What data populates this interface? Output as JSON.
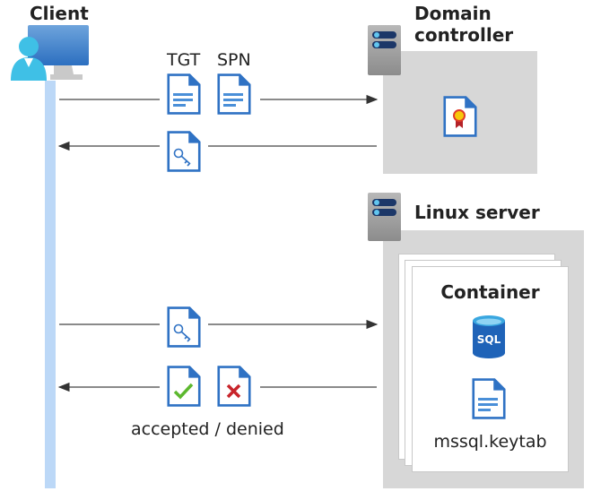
{
  "client": {
    "title": "Client"
  },
  "domain_controller": {
    "title_line1": "Domain",
    "title_line2": "controller"
  },
  "linux_server": {
    "title": "Linux server"
  },
  "container": {
    "title": "Container",
    "sql_label": "SQL",
    "keytab_label": "mssql.keytab"
  },
  "messages": {
    "tgt": "TGT",
    "spn": "SPN",
    "result": "accepted / denied"
  },
  "colors": {
    "doc_blue": "#2f72c4",
    "box_gray": "#d7d7d7",
    "lifeline": "#bcd8f7",
    "accept": "#5cb82e",
    "deny": "#c8242b"
  }
}
